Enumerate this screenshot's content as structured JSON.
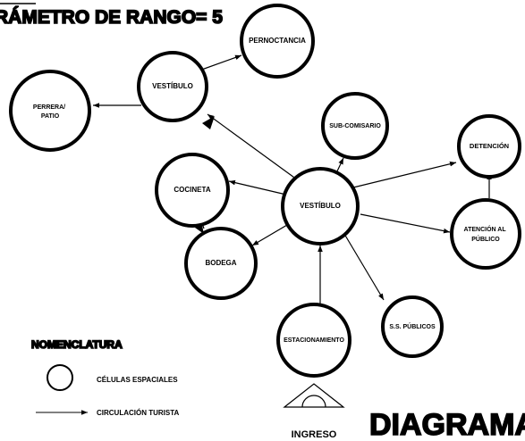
{
  "header": {
    "title": "RÁMETRO DE RANGO= 5"
  },
  "diagram": {
    "nodes": [
      {
        "id": "vestibulo",
        "label": "VESTÍBULO"
      },
      {
        "id": "pernoctancia",
        "label": "PERNOCTANCIA"
      },
      {
        "id": "perrera",
        "label": "PERRERA/ PATIO"
      },
      {
        "id": "subcomisario",
        "label": "SUB-COMISARIO"
      },
      {
        "id": "detencion",
        "label": "DETENCIÓN"
      },
      {
        "id": "cocineta",
        "label": "COCINETA"
      },
      {
        "id": "vestibulo2",
        "label": "VESTÍBULO"
      },
      {
        "id": "atencion",
        "label": "ATENCIÓN AL PÚBLICO"
      },
      {
        "id": "bodega",
        "label": "BODEGA"
      },
      {
        "id": "sspublicos",
        "label": "S.S. PÚBLICOS"
      },
      {
        "id": "estacionamiento",
        "label": "ESTACIONAMIENTO"
      }
    ]
  },
  "legend": {
    "title": "NOMENCLATURA",
    "cells_label": "CÉLULAS ESPACIALES",
    "circulation_label": "CIRCULACIÓN TURISTA"
  },
  "entrance": {
    "label": "INGRESO"
  },
  "footer": {
    "big_title": "DIAGRAMA"
  }
}
